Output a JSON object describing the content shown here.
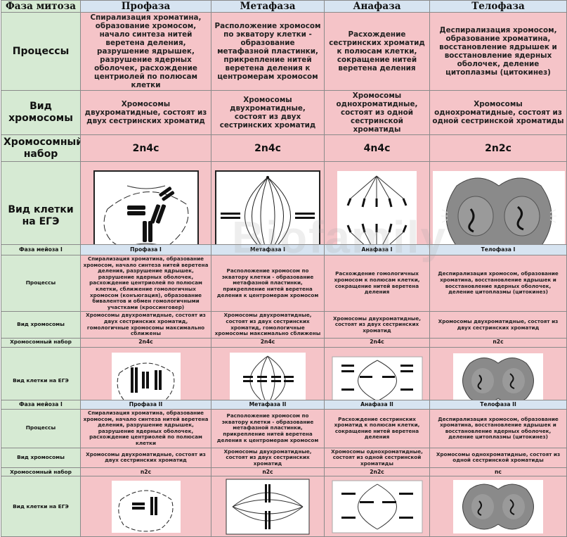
{
  "mitosis": {
    "header": {
      "phase_label": "Фаза митоза",
      "cols": [
        "Профаза",
        "Метафаза",
        "Анафаза",
        "Телофаза"
      ]
    },
    "rows": {
      "processes": {
        "label": "Процессы",
        "cells": [
          "Спирализация хроматина, образование хромосом, начало синтеза нитей веретена деления, разрушение ядрышек, разрушение ядерных оболочек, расхождение центриолей по полюсам клетки",
          "Расположение хромосом по экватору клетки - образование метафазной пластинки, прикрепление нитей веретена деления к центромерам хромосом",
          "Расхождение сестринских хроматид к полюсам клетки, сокращение нитей веретена деления",
          "Деспирализация хромосом, образование хроматина, восстановление ядрышек и восстановление ядерных оболочек, деление цитоплазмы (цитокинез)"
        ]
      },
      "chromosome": {
        "label": "Вид хромосомы",
        "cells": [
          "Хромосомы двухроматидные, состоят из двух сестринских хроматид",
          "Хромосомы двухроматидные, состоят из двух сестринских хроматид",
          "Хромосомы однохроматидные, состоят из одной сестринской хроматиды",
          "Хромосомы однохроматидные, состоят из одной сестринской хроматиды"
        ]
      },
      "set": {
        "label": "Хромосомный набор",
        "cells": [
          "2n4c",
          "2n4c",
          "4n4c",
          "2n2c"
        ]
      },
      "cell": {
        "label": "Вид клетки на ЕГЭ"
      }
    }
  },
  "meiosis1": {
    "header": {
      "phase_label": "Фаза мейоза I",
      "cols": [
        "Профаза I",
        "Метафаза I",
        "Анафаза I",
        "Телофаза I"
      ]
    },
    "rows": {
      "processes": {
        "label": "Процессы",
        "cells": [
          "Спирализация хроматина, образование хромосом, начало синтеза нитей веретена деления, разрушение ядрышек, разрушение ядерных оболочек, расхождение центриолей по полюсам клетки, сближение гомологичных хромосом (конъюгация), образование бивалентов и обмен гомологичными участками (кроссинговер)",
          "Расположение хромосом по экватору клетки - образование метафазной пластинки, прикрепление нитей веретена деления к центромерам хромосом",
          "Расхождение гомологичных хромосом к полюсам клетки, сокращение нитей веретена деления",
          "Деспирализация хромосом, образование хроматина, восстановление ядрышек и восстановление ядерных оболочек, деление цитоплазмы (цитокинез)"
        ]
      },
      "chromosome": {
        "label": "Вид хромосомы",
        "cells": [
          "Хромосомы двухроматидные, состоят из двух сестринских хроматид, гомологичные хромосомы максимально сближены",
          "Хромосомы двухроматидные, состоят из двух сестринских хроматид, гомологичные хромосомы максимально сближены",
          "Хромосомы двухроматидные, состоят из двух сестринских хроматид",
          "Хромосомы двухроматидные, состоят из двух сестринских хроматид"
        ]
      },
      "set": {
        "label": "Хромосомный набор",
        "cells": [
          "2n4c",
          "2n4c",
          "2n4c",
          "n2c"
        ]
      },
      "cell": {
        "label": "Вид клетки на ЕГЭ"
      }
    }
  },
  "meiosis2": {
    "header": {
      "phase_label": "Фаза мейоза I",
      "cols": [
        "Профаза II",
        "Метафаза II",
        "Анафаза II",
        "Телофаза II"
      ]
    },
    "rows": {
      "processes": {
        "label": "Процессы",
        "cells": [
          "Спирализация хроматина, образование хромосом, начало синтеза нитей веретена деления, разрушение ядрышек, разрушение ядерных оболочек, расхождение центриолей по полюсам клетки",
          "Расположение хромосом по экватору клетки - образование метафазной пластинки, прикрепление нитей веретена деления к центромерам хромосом",
          "Расхождение сестринских хроматид к полюсам клетки, сокращение нитей веретена деления",
          "Деспирализация хромосом, образование хроматина, восстановление ядрышек и восстановление ядерных оболочек, деление цитоплазмы (цитокинез)"
        ]
      },
      "chromosome": {
        "label": "Вид хромосомы",
        "cells": [
          "Хромосомы двухроматидные, состоят из двух сестринских хроматид",
          "Хромосомы двухроматидные, состоят из двух сестринских хроматид",
          "Хромосомы однохроматидные, состоят из одной сестринской хроматиды",
          "Хромосомы однохроматидные, состоят из одной сестринской хроматиды"
        ]
      },
      "set": {
        "label": "Хромосомный набор",
        "cells": [
          "n2c",
          "n2c",
          "2n2c",
          "nc"
        ]
      },
      "cell": {
        "label": "Вид клетки на ЕГЭ"
      }
    }
  },
  "watermark": "Biofamily",
  "colors": {
    "label_col": "#d6ead3",
    "header": "#d7e4f1",
    "data_cells": "#f5c4c8"
  }
}
